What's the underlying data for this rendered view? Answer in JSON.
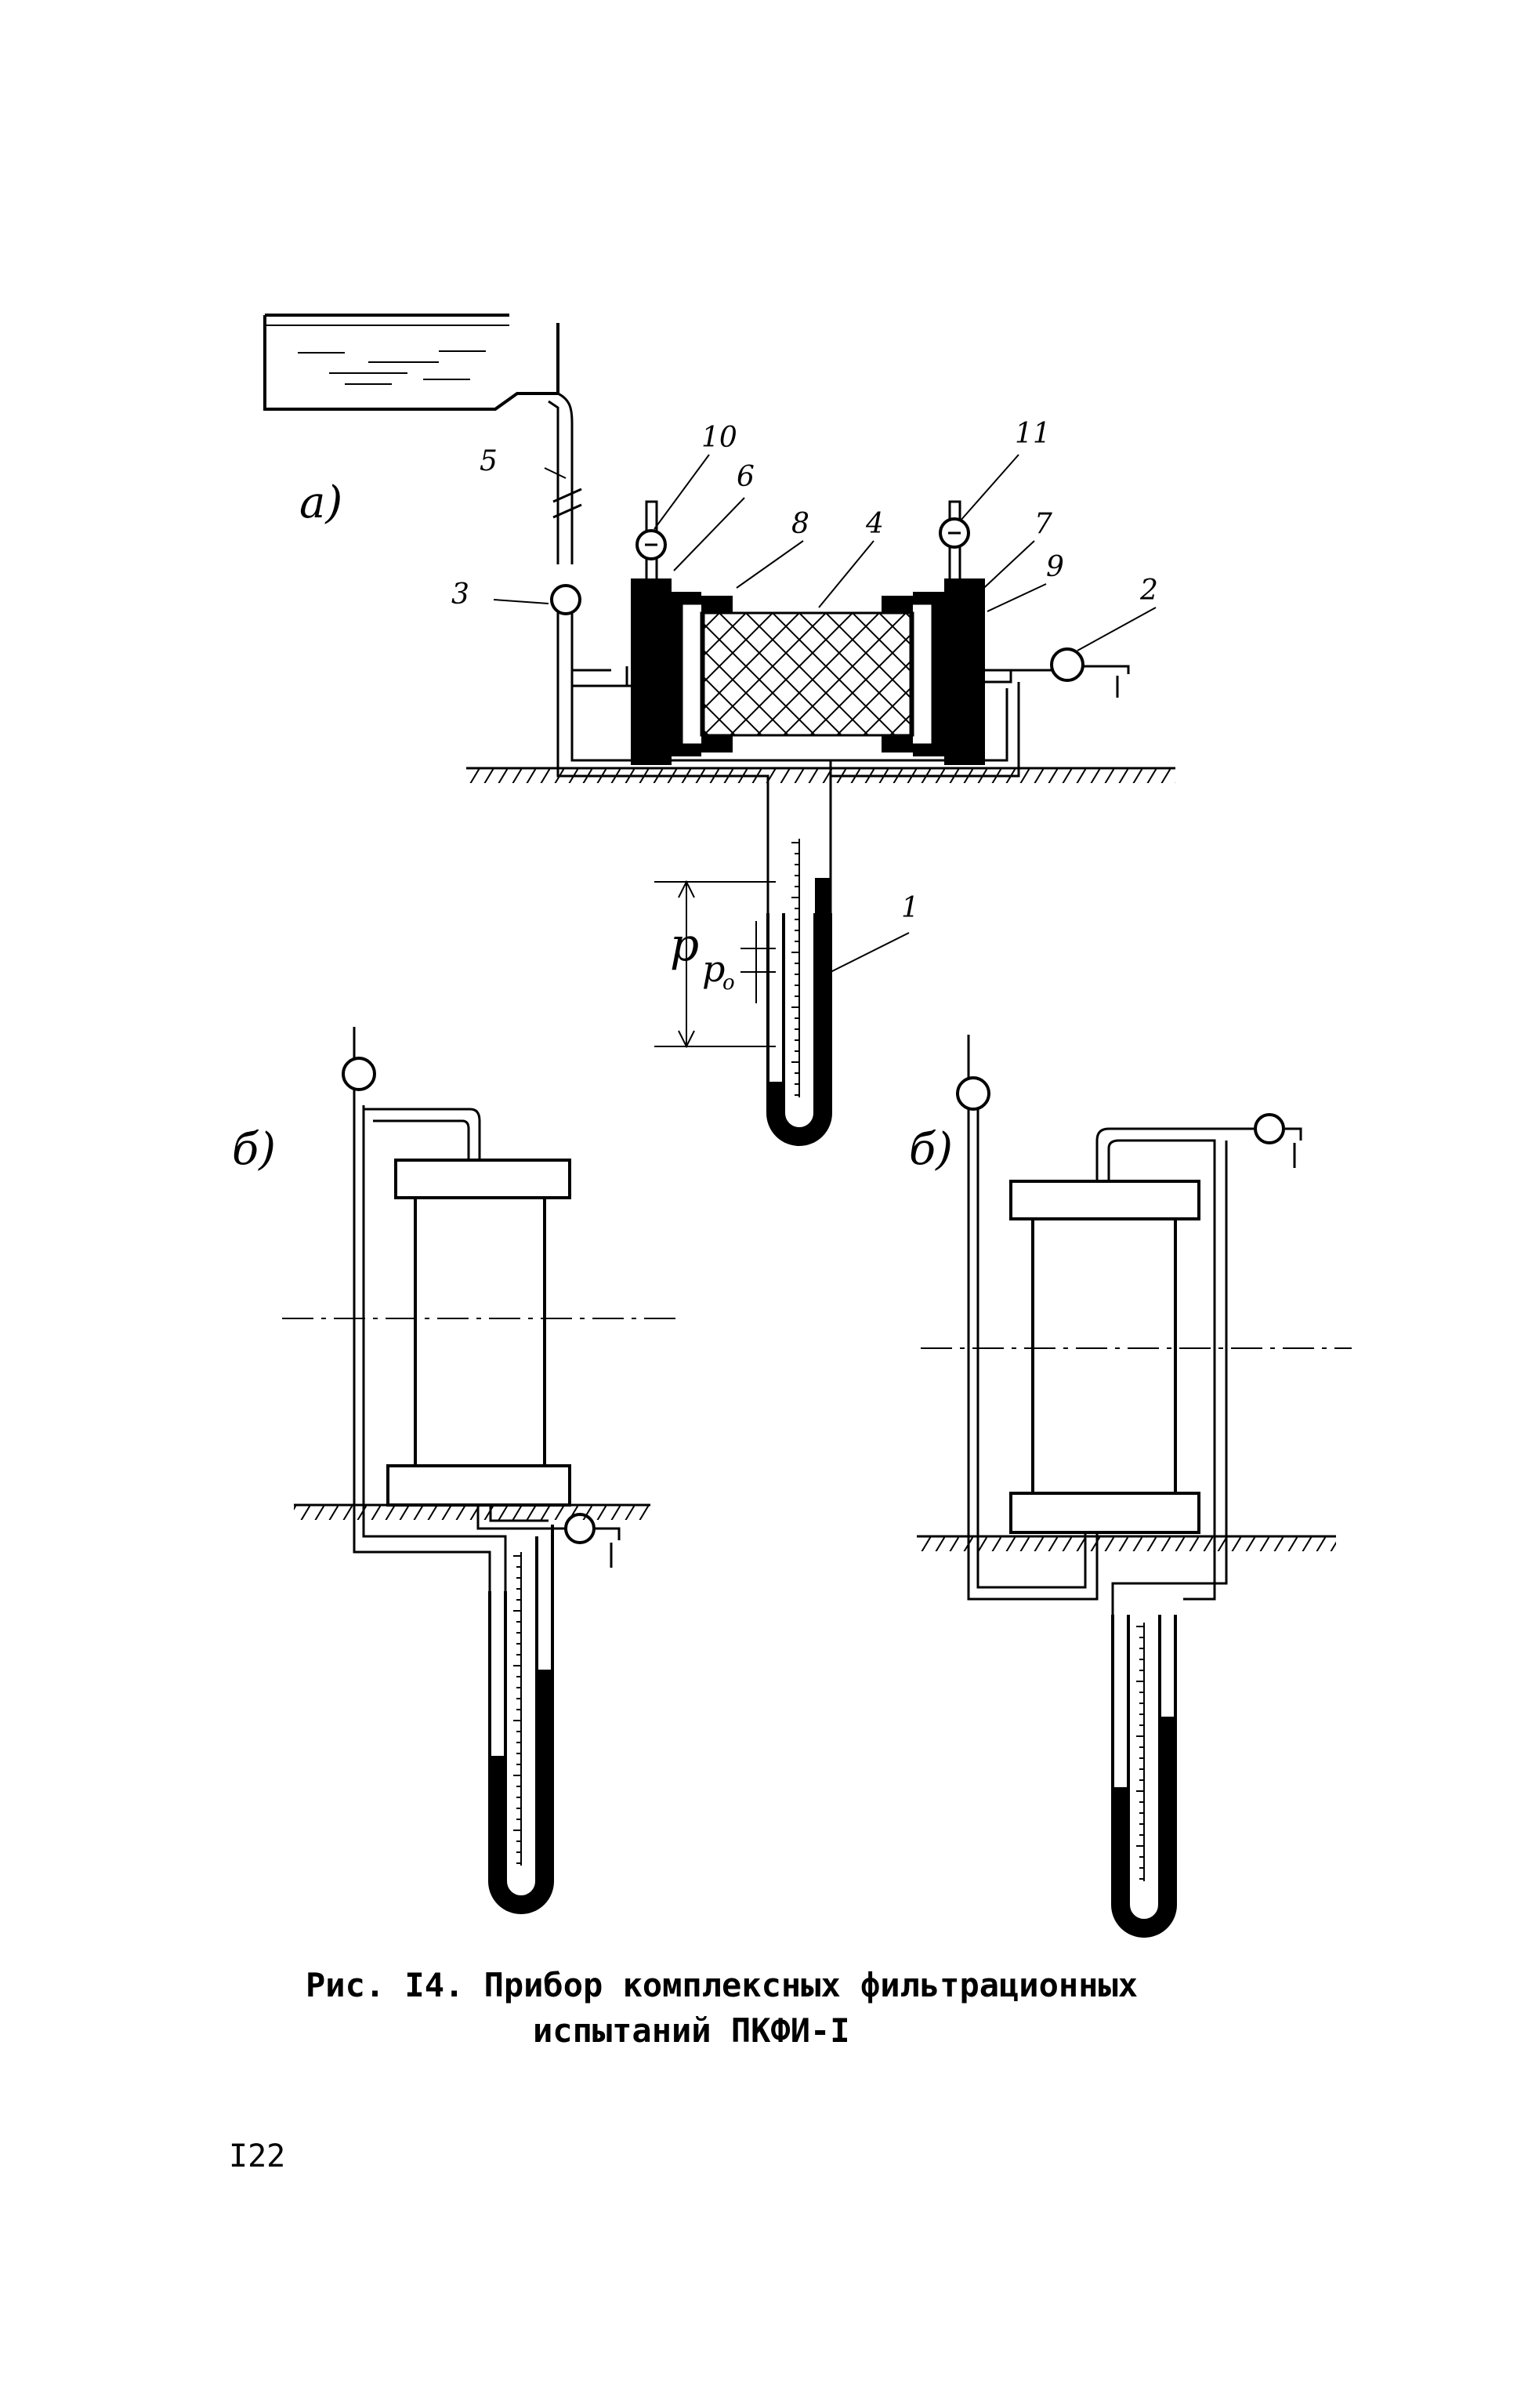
{
  "figure": {
    "panels": {
      "a": {
        "label": "а)"
      },
      "b": {
        "label": "б)"
      },
      "v": {
        "label": "б)"
      }
    },
    "callouts": [
      "1",
      "2",
      "3",
      "4",
      "5",
      "6",
      "7",
      "8",
      "9",
      "10",
      "11"
    ],
    "dimensions": {
      "p": "p",
      "p0_base": "p",
      "p0_sub": "o"
    }
  },
  "caption": {
    "line1": "Рис. I4. Прибор комплексных фильтрационных",
    "line2": "испытаний ПКФИ-I"
  },
  "page_number": "I22",
  "colors": {
    "ink": "#000000",
    "paper": "#ffffff"
  }
}
